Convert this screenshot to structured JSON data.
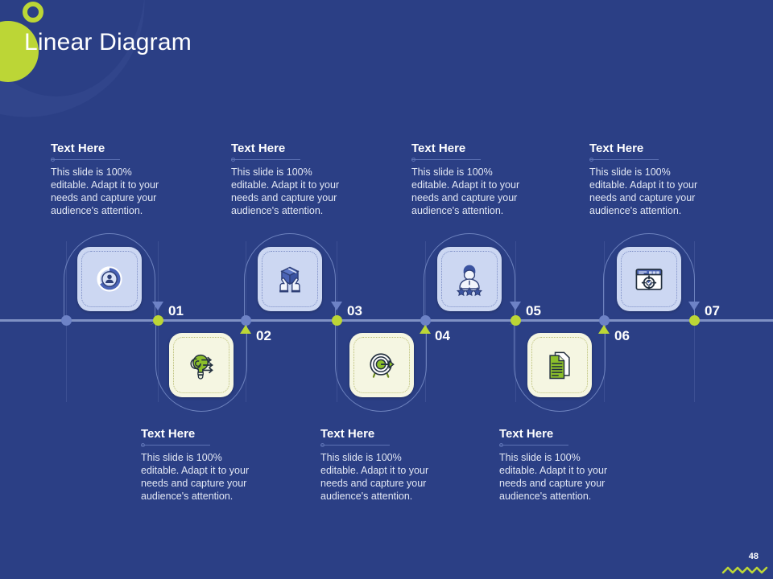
{
  "slide": {
    "title": "Linear Diagram",
    "page_number": "48",
    "background_color": "#2b3f85",
    "accent_green": "#bcd636",
    "accent_blue": "#6d82c6",
    "axis_color": "#8ea0cf"
  },
  "body_text": "This slide is 100% editable. Adapt it to your needs and capture your audience's attention.",
  "heading_text": "Text Here",
  "steps": [
    {
      "number": "01",
      "position": "top",
      "icon": "person-pie-chart-icon",
      "card_style": "blue",
      "heading": "Text Here",
      "body": "This slide is 100% editable. Adapt it to your needs and capture your audience's attention."
    },
    {
      "number": "02",
      "position": "bottom",
      "icon": "lightbulb-arrows-icon",
      "card_style": "green",
      "heading": "Text Here",
      "body": "This slide is 100% editable. Adapt it to your needs and capture your audience's attention."
    },
    {
      "number": "03",
      "position": "top",
      "icon": "hands-holding-box-icon",
      "card_style": "blue",
      "heading": "Text Here",
      "body": "This slide is 100% editable. Adapt it to your needs and capture your audience's attention."
    },
    {
      "number": "04",
      "position": "bottom",
      "icon": "target-arrow-icon",
      "card_style": "green",
      "heading": "Text Here",
      "body": "This slide is 100% editable. Adapt it to your needs and capture your audience's attention."
    },
    {
      "number": "05",
      "position": "top",
      "icon": "person-three-stars-icon",
      "card_style": "blue",
      "heading": "Text Here",
      "body": "This slide is 100% editable. Adapt it to your needs and capture your audience's attention."
    },
    {
      "number": "06",
      "position": "bottom",
      "icon": "document-pages-icon",
      "card_style": "green",
      "heading": "Text Here",
      "body": "This slide is 100% editable. Adapt it to your needs and capture your audience's attention."
    },
    {
      "number": "07",
      "position": "top",
      "icon": "browser-target-icon",
      "card_style": "blue",
      "heading": "Text Here",
      "body": "This slide is 100% editable. Adapt it to your needs and capture your audience's attention."
    }
  ],
  "top_blocks": [
    {
      "heading": "Text Here",
      "body": "This slide is 100% editable. Adapt it to your needs and capture your audience's attention."
    },
    {
      "heading": "Text Here",
      "body": "This slide is 100% editable. Adapt it to your needs and capture your audience's attention."
    },
    {
      "heading": "Text Here",
      "body": "This slide is 100% editable. Adapt it to your needs and capture your audience's attention."
    },
    {
      "heading": "Text Here",
      "body": "This slide is 100% editable. Adapt it to your needs and capture your audience's attention."
    }
  ],
  "bottom_blocks": [
    {
      "heading": "Text Here",
      "body": "This slide is 100% editable. Adapt it to your needs and capture your audience's attention."
    },
    {
      "heading": "Text Here",
      "body": "This slide is 100% editable. Adapt it to your needs and capture your audience's attention."
    },
    {
      "heading": "Text Here",
      "body": "This slide is 100% editable. Adapt it to your needs and capture your audience's attention."
    }
  ]
}
